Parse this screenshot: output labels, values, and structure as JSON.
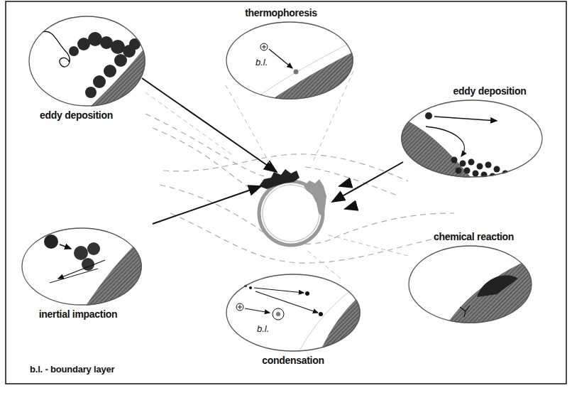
{
  "diagram": {
    "nodes": [
      {
        "text": [
          "eddy deposition"
        ]
      },
      {
        "text": [
          "thermophoresis",
          "b.l."
        ]
      },
      {
        "text": [
          "eddy deposition"
        ]
      },
      {
        "text": [
          "inertial impaction"
        ]
      },
      {
        "text": [
          "chemical reaction"
        ]
      },
      {
        "text": [
          "condensation",
          "b.l."
        ]
      }
    ],
    "labels": [
      "b.l. - boundary layer"
    ]
  }
}
